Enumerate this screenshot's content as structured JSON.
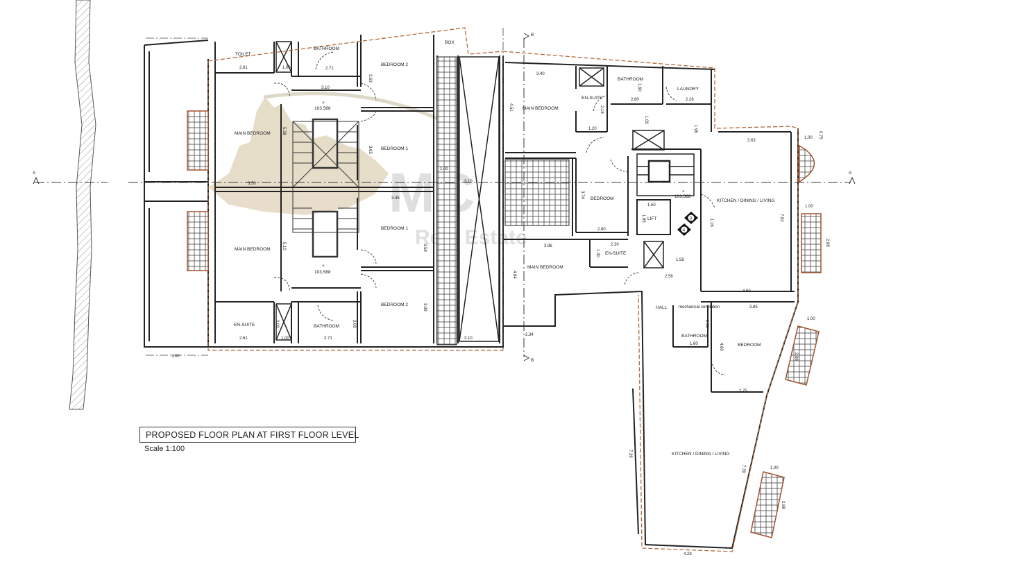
{
  "plan": {
    "title": "PROPOSED FLOOR PLAN AT FIRST FLOOR LEVEL",
    "scale": "Scale 1:100",
    "watermark": {
      "line1": "MC",
      "line2": "Real Estate"
    },
    "section_markers": {
      "a_left": "A",
      "a_right": "A",
      "b_top": "B",
      "b_bottom": "B"
    },
    "level_markers": [
      "103.588",
      "103.588",
      "103.588"
    ],
    "circle_markers": [
      "3",
      "4"
    ],
    "rooms": {
      "toilet": "TOILET",
      "bathroom_tl": "BATHROOM",
      "bedroom2_top": "BEDROOM 2",
      "box": "BOX",
      "main_bedroom_ul": "MAIN BEDROOM",
      "bedroom1_upper": "BEDROOM 1",
      "main_bedroom_ll": "MAIN BEDROOM",
      "bedroom1_lower": "BEDROOM 1",
      "bedroom2_bottom": "BEDROOM 2",
      "ensuite_bl": "EN-SUITE",
      "bathroom_bl": "BATHROOM",
      "main_bedroom_r1": "MAIN BEDROOM",
      "ensuite_r1": "EN-SUITE",
      "bathroom_r1": "BATHROOM",
      "laundry": "LAUNDRY",
      "bedroom_r1": "BEDROOM",
      "lift": "LIFT",
      "kitchen_r1": "KITCHEN / DINING / LIVING",
      "ensuite_r2": "EN-SUITE",
      "main_bedroom_r2": "MAIN BEDROOM",
      "hall": "HALL",
      "bathroom_r2": "BATHROOM",
      "bedroom_r2": "BEDROOM",
      "kitchen_r2": "KITCHEN / DINING / LIVING",
      "mech_vent": "mechanical ventilation"
    },
    "dims": {
      "d261a": "2.61",
      "d100a": "1.00",
      "d271a": "2.71",
      "d310a": "3.10",
      "d363a": "3.63",
      "d538": "5.38",
      "d363b": "3.63",
      "d350": "3.50",
      "d345": "3.45",
      "d510": "5.10",
      "d358": "3.58",
      "d399": "3.99",
      "d200a": "2.00",
      "d200b": "2.00",
      "d261b": "2.61",
      "d100b": "1.00",
      "d271b": "2.71",
      "d300": "3.00",
      "d310b": "3.10",
      "d310c": "3.10",
      "d340": "3.40",
      "d451": "4.51",
      "d160a": "1.60",
      "d280a": "2.80",
      "d226": "2.26",
      "d218": "2.18",
      "d120": "1.20",
      "d100c": "1.00",
      "d196": "1.96",
      "d363c": "3.63",
      "d075": "0.75",
      "d100d": "1.00",
      "d374": "3.74",
      "d150": "1.50",
      "d185": "1.85",
      "d280b": "2.80",
      "d100e": "1.00",
      "d782": "7.82",
      "d288a": "2.88",
      "d396": "3.96",
      "d230a": "2.30",
      "d130": "1.30",
      "d158": "1.58",
      "d256": "2.56",
      "d450": "4.50",
      "d484": "4.84",
      "d234": "2.34",
      "d385": "3.85",
      "d230b": "2.30",
      "d160b": "1.60",
      "d480": "4.80",
      "d275": "2.75",
      "d100f": "1.00",
      "d288b": "2.88",
      "d739a": "7.39",
      "d739b": "7.39",
      "d100g": "1.00",
      "d288c": "2.88",
      "d428": "4.28",
      "d100h": "1.00",
      "d116": "1.16"
    }
  }
}
